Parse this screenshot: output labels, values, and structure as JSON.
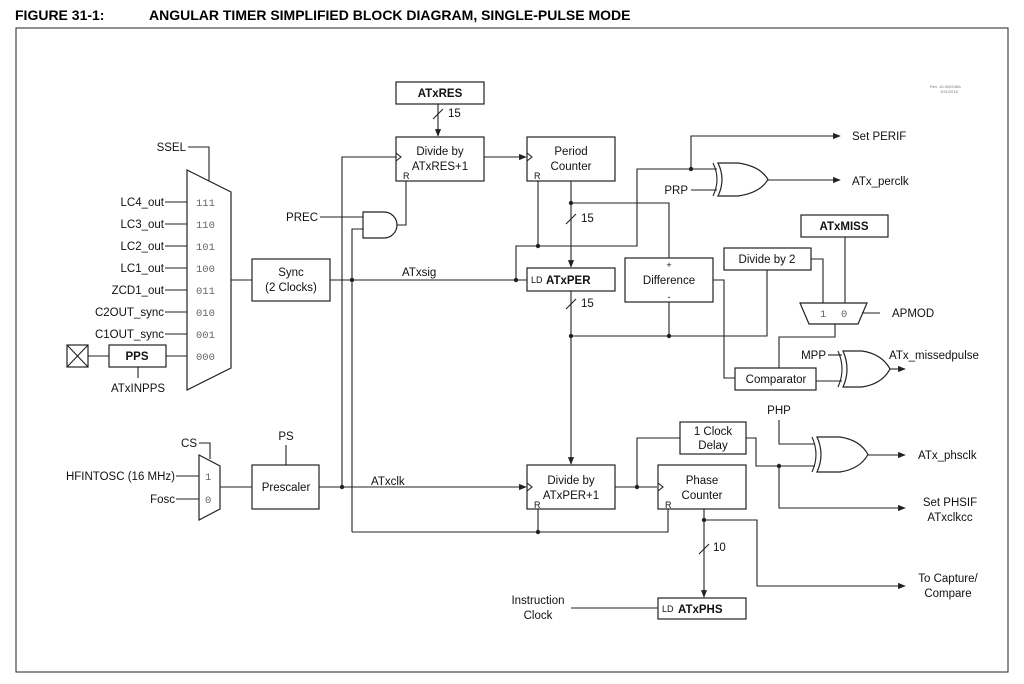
{
  "figure": {
    "number": "FIGURE 31-1:",
    "title": "ANGULAR TIMER SIMPLIFIED BLOCK DIAGRAM, SINGLE-PULSE MODE",
    "rev": "Rev. 10-000245A",
    "rev_date": "1/21/2016"
  },
  "source_mux": {
    "select": "SSEL",
    "inputs": [
      {
        "label": "LC4_out",
        "code": "111"
      },
      {
        "label": "LC3_out",
        "code": "110"
      },
      {
        "label": "LC2_out",
        "code": "101"
      },
      {
        "label": "LC1_out",
        "code": "100"
      },
      {
        "label": "ZCD1_out",
        "code": "011"
      },
      {
        "label": "C2OUT_sync",
        "code": "010"
      },
      {
        "label": "C1OUT_sync",
        "code": "001"
      },
      {
        "label": "",
        "code": "000"
      }
    ],
    "pps": "PPS",
    "pps_select": "ATxINPPS"
  },
  "sync": {
    "line1": "Sync",
    "line2": "(2 Clocks)"
  },
  "signals": {
    "atxsig": "ATxsig",
    "atxclk": "ATxclk",
    "prec": "PREC",
    "prp": "PRP",
    "mpp": "MPP",
    "php": "PHP",
    "apmod": "APMOD",
    "instr_clock_1": "Instruction",
    "instr_clock_2": "Clock"
  },
  "clock_mux": {
    "select": "CS",
    "in1": "HFINTOSC (16 MHz)",
    "in0": "Fosc",
    "code1": "1",
    "code0": "0"
  },
  "prescaler": {
    "label": "Prescaler",
    "select": "PS"
  },
  "blocks": {
    "atxres": "ATxRES",
    "div_res_1": "Divide by",
    "div_res_2": "ATxRES+1",
    "period_1": "Period",
    "period_2": "Counter",
    "atxper": "ATxPER",
    "difference": "Difference",
    "div2": "Divide by 2",
    "atxmiss": "ATxMISS",
    "comparator": "Comparator",
    "div_per_1": "Divide by",
    "div_per_2": "ATxPER+1",
    "delay_1": "1 Clock",
    "delay_2": "Delay",
    "phase_1": "Phase",
    "phase_2": "Counter",
    "atxphs": "ATxPHS",
    "reset": "R",
    "load": "LD",
    "plus": "+",
    "minus": "-",
    "miss_mux_1": "1",
    "miss_mux_0": "0"
  },
  "bus_widths": {
    "res": "15",
    "period": "15",
    "per_out": "15",
    "phase": "10"
  },
  "outputs": {
    "set_perif": "Set PERIF",
    "perclk": "ATx_perclk",
    "missedpulse": "ATx_missedpulse",
    "phsclk": "ATx_phsclk",
    "set_phsif": "Set PHSIF",
    "atxclkcc": "ATxclkcc",
    "capture_1": "To Capture/",
    "capture_2": "Compare"
  }
}
